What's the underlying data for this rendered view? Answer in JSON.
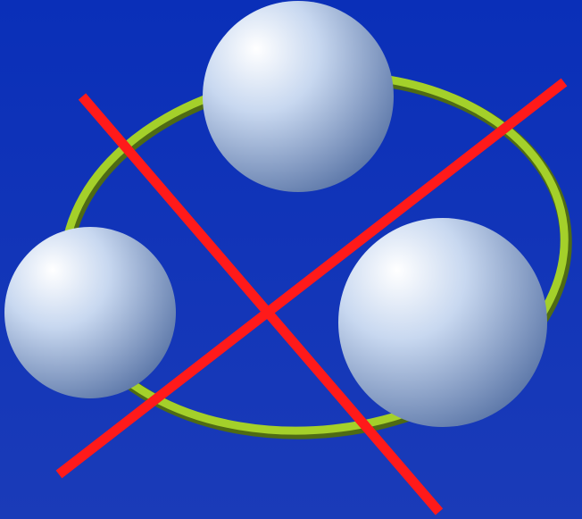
{
  "diagram": {
    "background_color_top": "#0a2fb8",
    "background_color_bottom": "#1a3bb8",
    "ring_color": "#a4d02a",
    "ring_shadow_color": "#4f6b14",
    "sphere_highlight_color": "#ffffff",
    "sphere_mid_color": "#c8d8f0",
    "sphere_shadow_color": "#5c77a8",
    "cross_color": "#ff1a1a",
    "nodes": [
      {
        "name": "top-sphere"
      },
      {
        "name": "left-sphere"
      },
      {
        "name": "right-sphere"
      }
    ]
  }
}
